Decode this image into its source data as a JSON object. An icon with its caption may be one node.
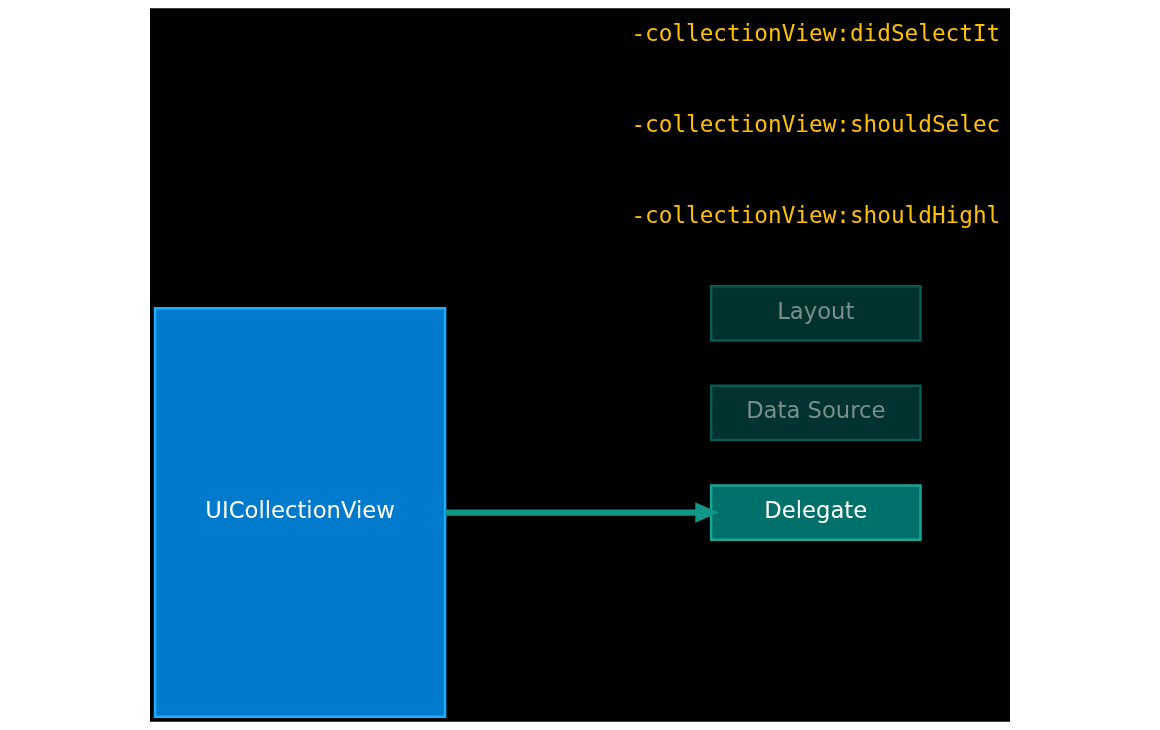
{
  "diagram": {
    "nodes": [
      {
        "text": [
          "UICollectionView"
        ]
      },
      {
        "text": [
          "Data Source"
        ]
      },
      {
        "text": [
          "Delegate"
        ]
      },
      {
        "text": [
          "Layout"
        ]
      }
    ],
    "edges": [
      {
        "from": 0,
        "to": 2,
        "arrow": "to"
      }
    ],
    "labels": [
      "-collectionView:shouldHighl",
      "-collectionView:shouldSelec",
      "-collectionView:didSelectIt"
    ]
  }
}
